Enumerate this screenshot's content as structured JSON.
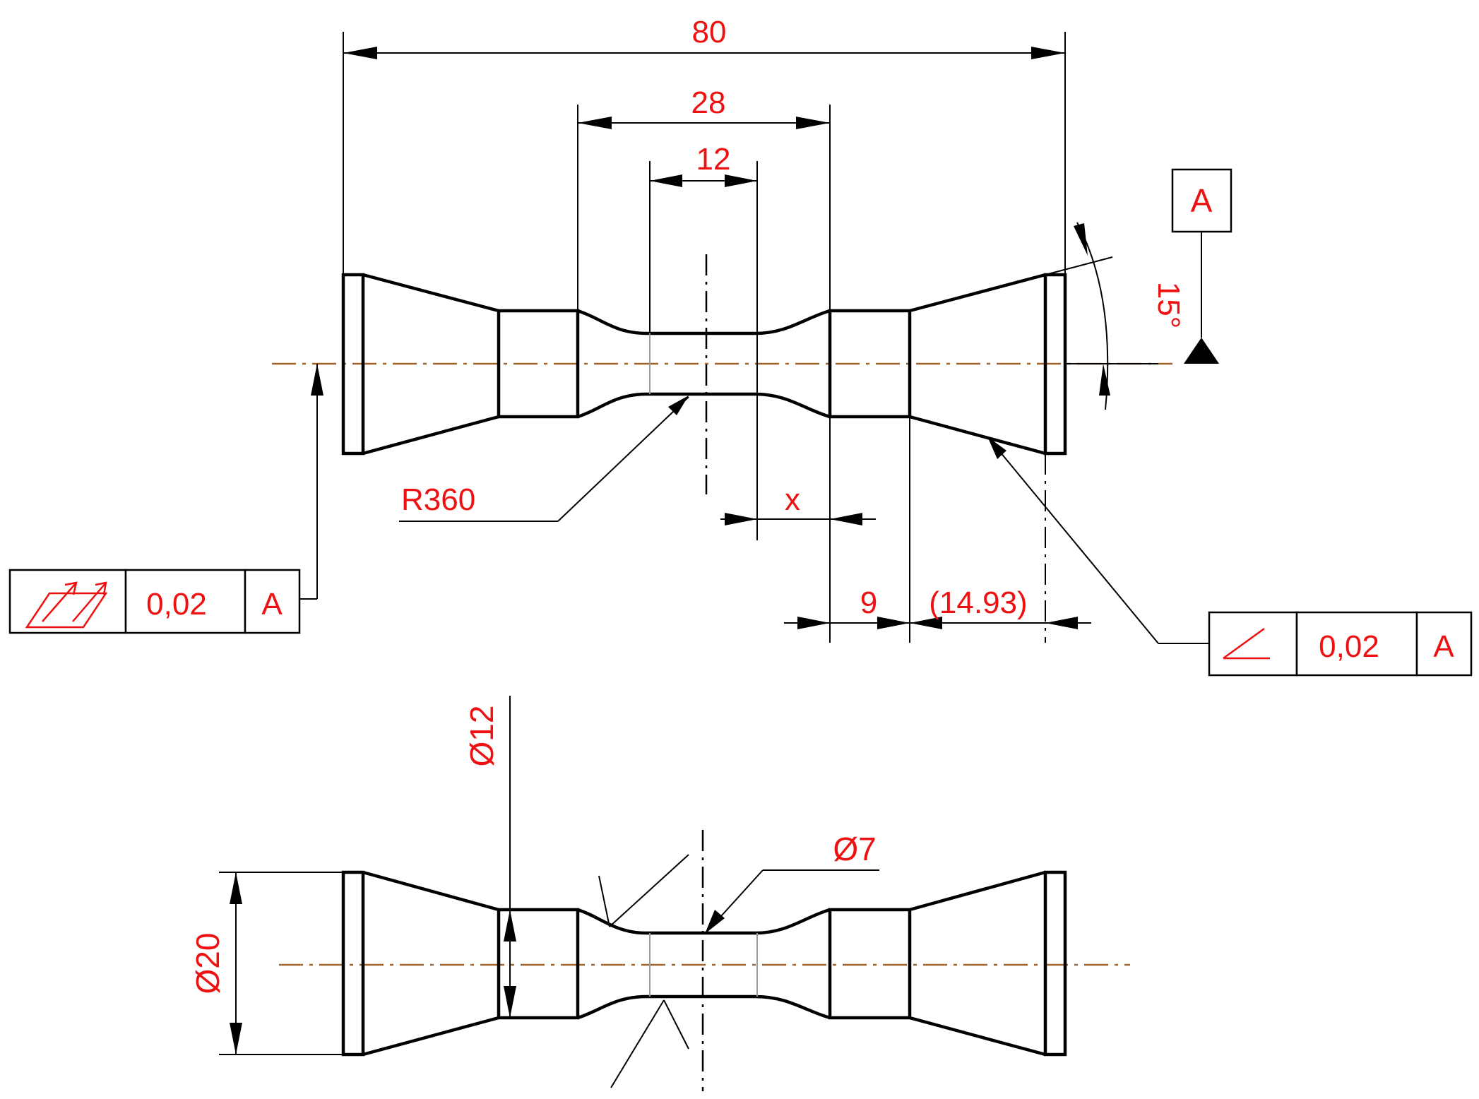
{
  "dimensions": {
    "overall_length": "80",
    "middle_length": "28",
    "gauge_length": "12",
    "fillet_radius": "R360",
    "offset_x": "x",
    "shoulder_length": "9",
    "taper_length": "(14.93)",
    "taper_angle": "15°",
    "outer_diameter": "Ø20",
    "shoulder_diameter": "Ø12",
    "gauge_diameter": "Ø7"
  },
  "datum": {
    "label": "A"
  },
  "tolerances": {
    "runout": {
      "symbol": "total-runout-icon",
      "value": "0,02",
      "datum": "A"
    },
    "angularity": {
      "symbol": "angularity-icon",
      "value": "0,02",
      "datum": "A"
    }
  },
  "colors": {
    "dimension_text": "#ee1111",
    "geometry": "#000000",
    "centerline": "#a0642a"
  }
}
